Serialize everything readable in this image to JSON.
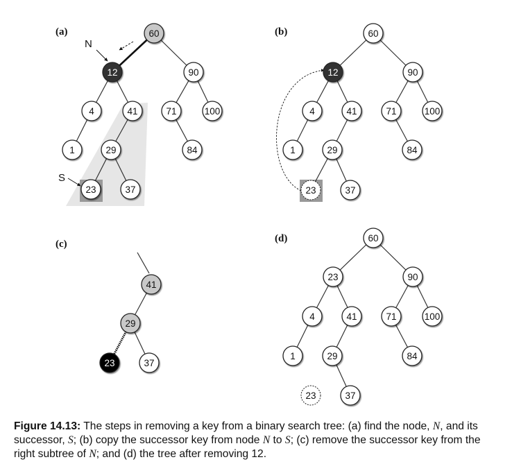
{
  "figure": {
    "panels": [
      {
        "id": "a",
        "label": "(a)",
        "nodes": [
          {
            "id": "60",
            "key": "60",
            "style": "gray"
          },
          {
            "id": "12",
            "key": "12",
            "style": "dark"
          },
          {
            "id": "90",
            "key": "90",
            "style": "white"
          },
          {
            "id": "4",
            "key": "4",
            "style": "white"
          },
          {
            "id": "41",
            "key": "41",
            "style": "white"
          },
          {
            "id": "71",
            "key": "71",
            "style": "white"
          },
          {
            "id": "100",
            "key": "100",
            "style": "white"
          },
          {
            "id": "1",
            "key": "1",
            "style": "white"
          },
          {
            "id": "29",
            "key": "29",
            "style": "white"
          },
          {
            "id": "84",
            "key": "84",
            "style": "white"
          },
          {
            "id": "23",
            "key": "23",
            "style": "white-boxed"
          },
          {
            "id": "37",
            "key": "37",
            "style": "white"
          }
        ],
        "edges": [
          [
            "60",
            "12",
            "bold"
          ],
          [
            "60",
            "90"
          ],
          [
            "12",
            "4"
          ],
          [
            "12",
            "41"
          ],
          [
            "90",
            "71"
          ],
          [
            "90",
            "100"
          ],
          [
            "4",
            "1"
          ],
          [
            "41",
            "29"
          ],
          [
            "71",
            "84"
          ],
          [
            "29",
            "23"
          ],
          [
            "29",
            "37"
          ]
        ],
        "annotations": {
          "N_label": "N",
          "S_label": "S"
        }
      },
      {
        "id": "b",
        "label": "(b)",
        "nodes": [
          {
            "id": "60",
            "key": "60",
            "style": "white"
          },
          {
            "id": "12",
            "key": "12",
            "style": "dark"
          },
          {
            "id": "90",
            "key": "90",
            "style": "white"
          },
          {
            "id": "4",
            "key": "4",
            "style": "white"
          },
          {
            "id": "41",
            "key": "41",
            "style": "white"
          },
          {
            "id": "71",
            "key": "71",
            "style": "white"
          },
          {
            "id": "100",
            "key": "100",
            "style": "white"
          },
          {
            "id": "1",
            "key": "1",
            "style": "white"
          },
          {
            "id": "29",
            "key": "29",
            "style": "white"
          },
          {
            "id": "84",
            "key": "84",
            "style": "white"
          },
          {
            "id": "23",
            "key": "23",
            "style": "dashed-boxed"
          },
          {
            "id": "37",
            "key": "37",
            "style": "white"
          }
        ],
        "edges": [
          [
            "60",
            "12"
          ],
          [
            "60",
            "90"
          ],
          [
            "12",
            "4"
          ],
          [
            "12",
            "41"
          ],
          [
            "90",
            "71"
          ],
          [
            "90",
            "100"
          ],
          [
            "4",
            "1"
          ],
          [
            "41",
            "29"
          ],
          [
            "71",
            "84"
          ],
          [
            "29",
            "23"
          ],
          [
            "29",
            "37"
          ]
        ]
      },
      {
        "id": "c",
        "label": "(c)",
        "nodes": [
          {
            "id": "41",
            "key": "41",
            "style": "gray"
          },
          {
            "id": "29",
            "key": "29",
            "style": "gray"
          },
          {
            "id": "23",
            "key": "23",
            "style": "black"
          },
          {
            "id": "37",
            "key": "37",
            "style": "white"
          }
        ],
        "edges": [
          [
            "41",
            "29"
          ],
          [
            "29",
            "23",
            "dotted-bold"
          ],
          [
            "29",
            "37"
          ]
        ]
      },
      {
        "id": "d",
        "label": "(d)",
        "nodes": [
          {
            "id": "60",
            "key": "60",
            "style": "white"
          },
          {
            "id": "23",
            "key": "23",
            "style": "white"
          },
          {
            "id": "90",
            "key": "90",
            "style": "white"
          },
          {
            "id": "4",
            "key": "4",
            "style": "white"
          },
          {
            "id": "41",
            "key": "41",
            "style": "white"
          },
          {
            "id": "71",
            "key": "71",
            "style": "white"
          },
          {
            "id": "100",
            "key": "100",
            "style": "white"
          },
          {
            "id": "1",
            "key": "1",
            "style": "white"
          },
          {
            "id": "29",
            "key": "29",
            "style": "white"
          },
          {
            "id": "84",
            "key": "84",
            "style": "white"
          },
          {
            "id": "23old",
            "key": "23",
            "style": "dashed"
          },
          {
            "id": "37",
            "key": "37",
            "style": "white"
          }
        ],
        "edges": [
          [
            "60",
            "23"
          ],
          [
            "60",
            "90"
          ],
          [
            "23",
            "4"
          ],
          [
            "23",
            "41"
          ],
          [
            "90",
            "71"
          ],
          [
            "90",
            "100"
          ],
          [
            "4",
            "1"
          ],
          [
            "41",
            "29"
          ],
          [
            "71",
            "84"
          ],
          [
            "29",
            "37"
          ]
        ]
      }
    ]
  },
  "colors": {
    "node_gray": "#c8c8c8",
    "node_dark": "#333333",
    "node_black": "#000000",
    "subtree_shade": "#e6e6e6",
    "successor_box": "#999999"
  },
  "caption": {
    "lead": "Figure 14.13:",
    "parts": [
      " The steps in removing a key from a binary search tree: (a) find the node, ",
      "N",
      ", and its successor, ",
      "S",
      "; (b) copy the successor key from node ",
      "N",
      " to ",
      "S",
      "; (c) remove the successor key from the right subtree of ",
      "N",
      "; and (d) the tree after removing 12."
    ]
  }
}
